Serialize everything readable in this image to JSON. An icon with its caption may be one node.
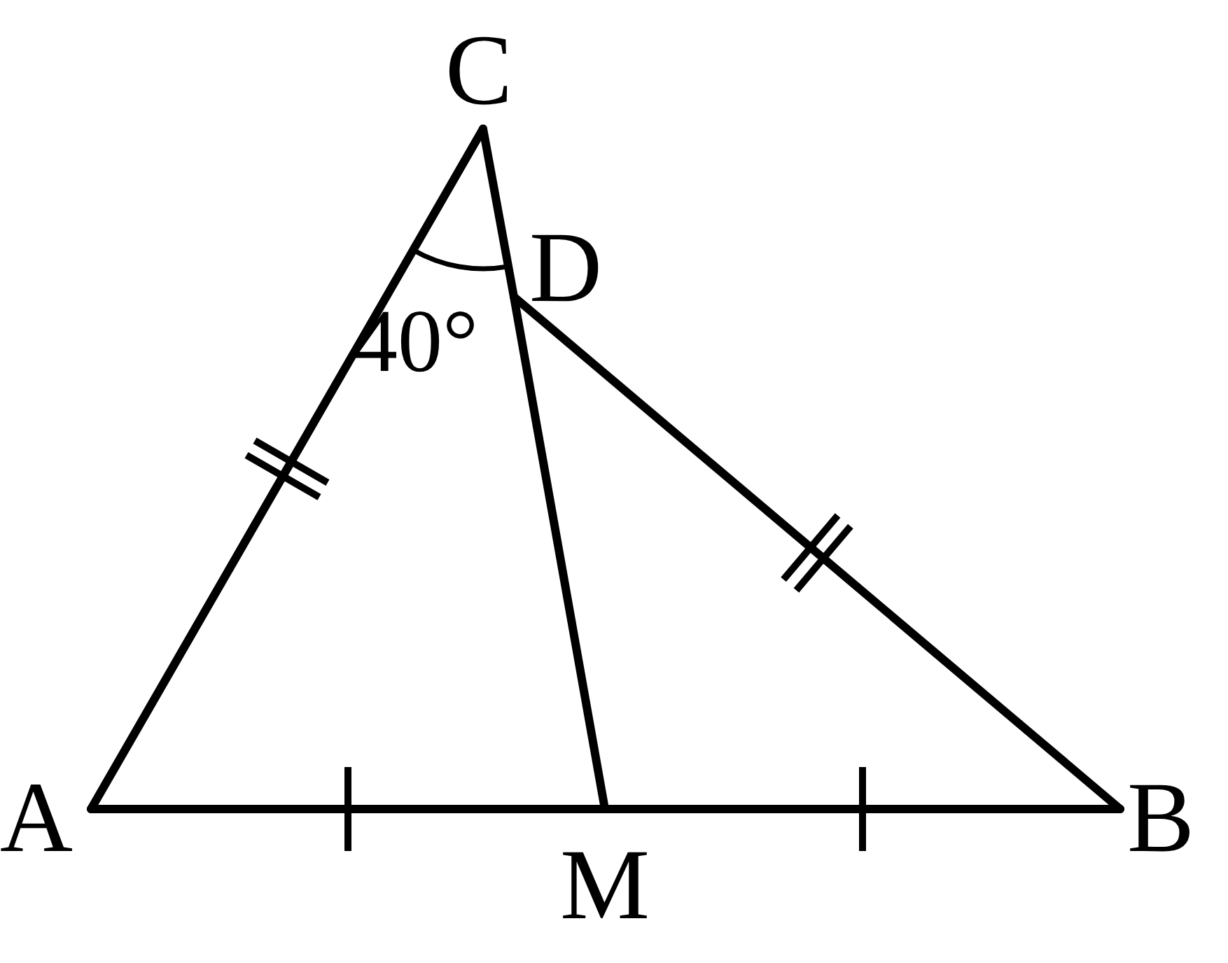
{
  "diagram": {
    "nodes": [
      {
        "text": [
          "A"
        ]
      },
      {
        "text": [
          "B"
        ]
      },
      {
        "text": [
          "C"
        ]
      },
      {
        "text": [
          "D"
        ]
      },
      {
        "text": [
          "M"
        ]
      }
    ],
    "edges": [
      {
        "from": 0,
        "to": 2,
        "arrow": "none"
      },
      {
        "from": 2,
        "to": 3,
        "arrow": "none"
      },
      {
        "from": 3,
        "to": 4,
        "arrow": "none"
      },
      {
        "from": 3,
        "to": 1,
        "arrow": "none"
      },
      {
        "from": 0,
        "to": 4,
        "arrow": "none"
      },
      {
        "from": 4,
        "to": 1,
        "arrow": "none"
      }
    ],
    "labels": [
      "40°"
    ]
  }
}
